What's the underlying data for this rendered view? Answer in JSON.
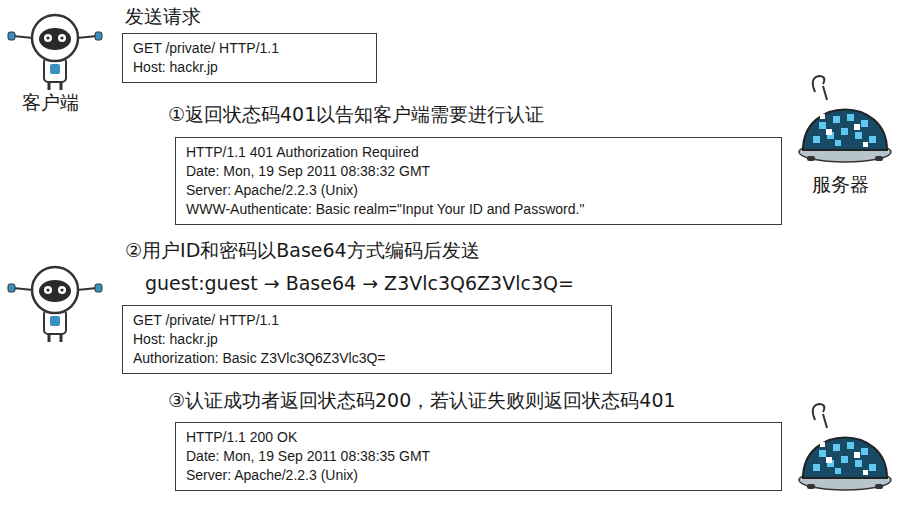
{
  "diagram": {
    "nodes": [
      {
        "text": [
          "GET /private/ HTTP/1.1",
          "Host: hackr.jp"
        ]
      },
      {
        "text": [
          "HTTP/1.1 401 Authorization Required",
          "Date: Mon, 19 Sep 2011 08:38:32 GMT",
          "Server: Apache/2.2.3 (Unix)",
          "WWW-Authenticate: Basic realm=\"Input Your ID and Password.\""
        ]
      },
      {
        "text": [
          "GET /private/ HTTP/1.1",
          "Host: hackr.jp",
          "Authorization: Basic Z3Vlc3Q6Z3Vlc3Q="
        ]
      },
      {
        "text": [
          "HTTP/1.1 200 OK",
          "Date: Mon, 19 Sep 2011 08:38:35 GMT",
          "Server: Apache/2.2.3 (Unix)"
        ]
      }
    ],
    "labels": [
      "发送请求",
      "客户端",
      "①返回状态码401以告知客户端需要进行认证",
      "服务器",
      "②用户ID和密码以Base64方式编码后发送",
      "guest:guest → Base64 → Z3Vlc3Q6Z3Vlc3Q=",
      "③认证成功者返回状态码200，若认证失败则返回状态码401"
    ]
  }
}
